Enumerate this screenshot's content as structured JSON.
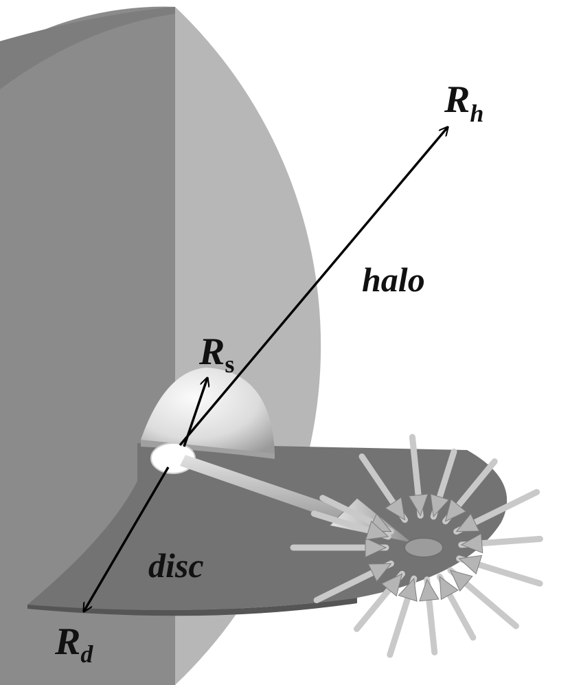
{
  "labels": {
    "halo_radius": {
      "symbol": "R",
      "subscript": "h"
    },
    "sphere_radius": {
      "symbol": "R",
      "subscript": "s"
    },
    "disc_radius": {
      "symbol": "R",
      "subscript": "d"
    },
    "halo": "halo",
    "disc": "disc"
  },
  "colors": {
    "background": "#ffffff",
    "halo_light": "#b8b8b8",
    "halo_dark": "#8c8c8c",
    "halo_edge": "#9e9e9e",
    "disc": "#737373",
    "sphere_light": "#f2f2f2",
    "sphere_shade": "#a9a9a9",
    "arrow": "#000000",
    "flow_arrow": "#c8c8c8"
  }
}
